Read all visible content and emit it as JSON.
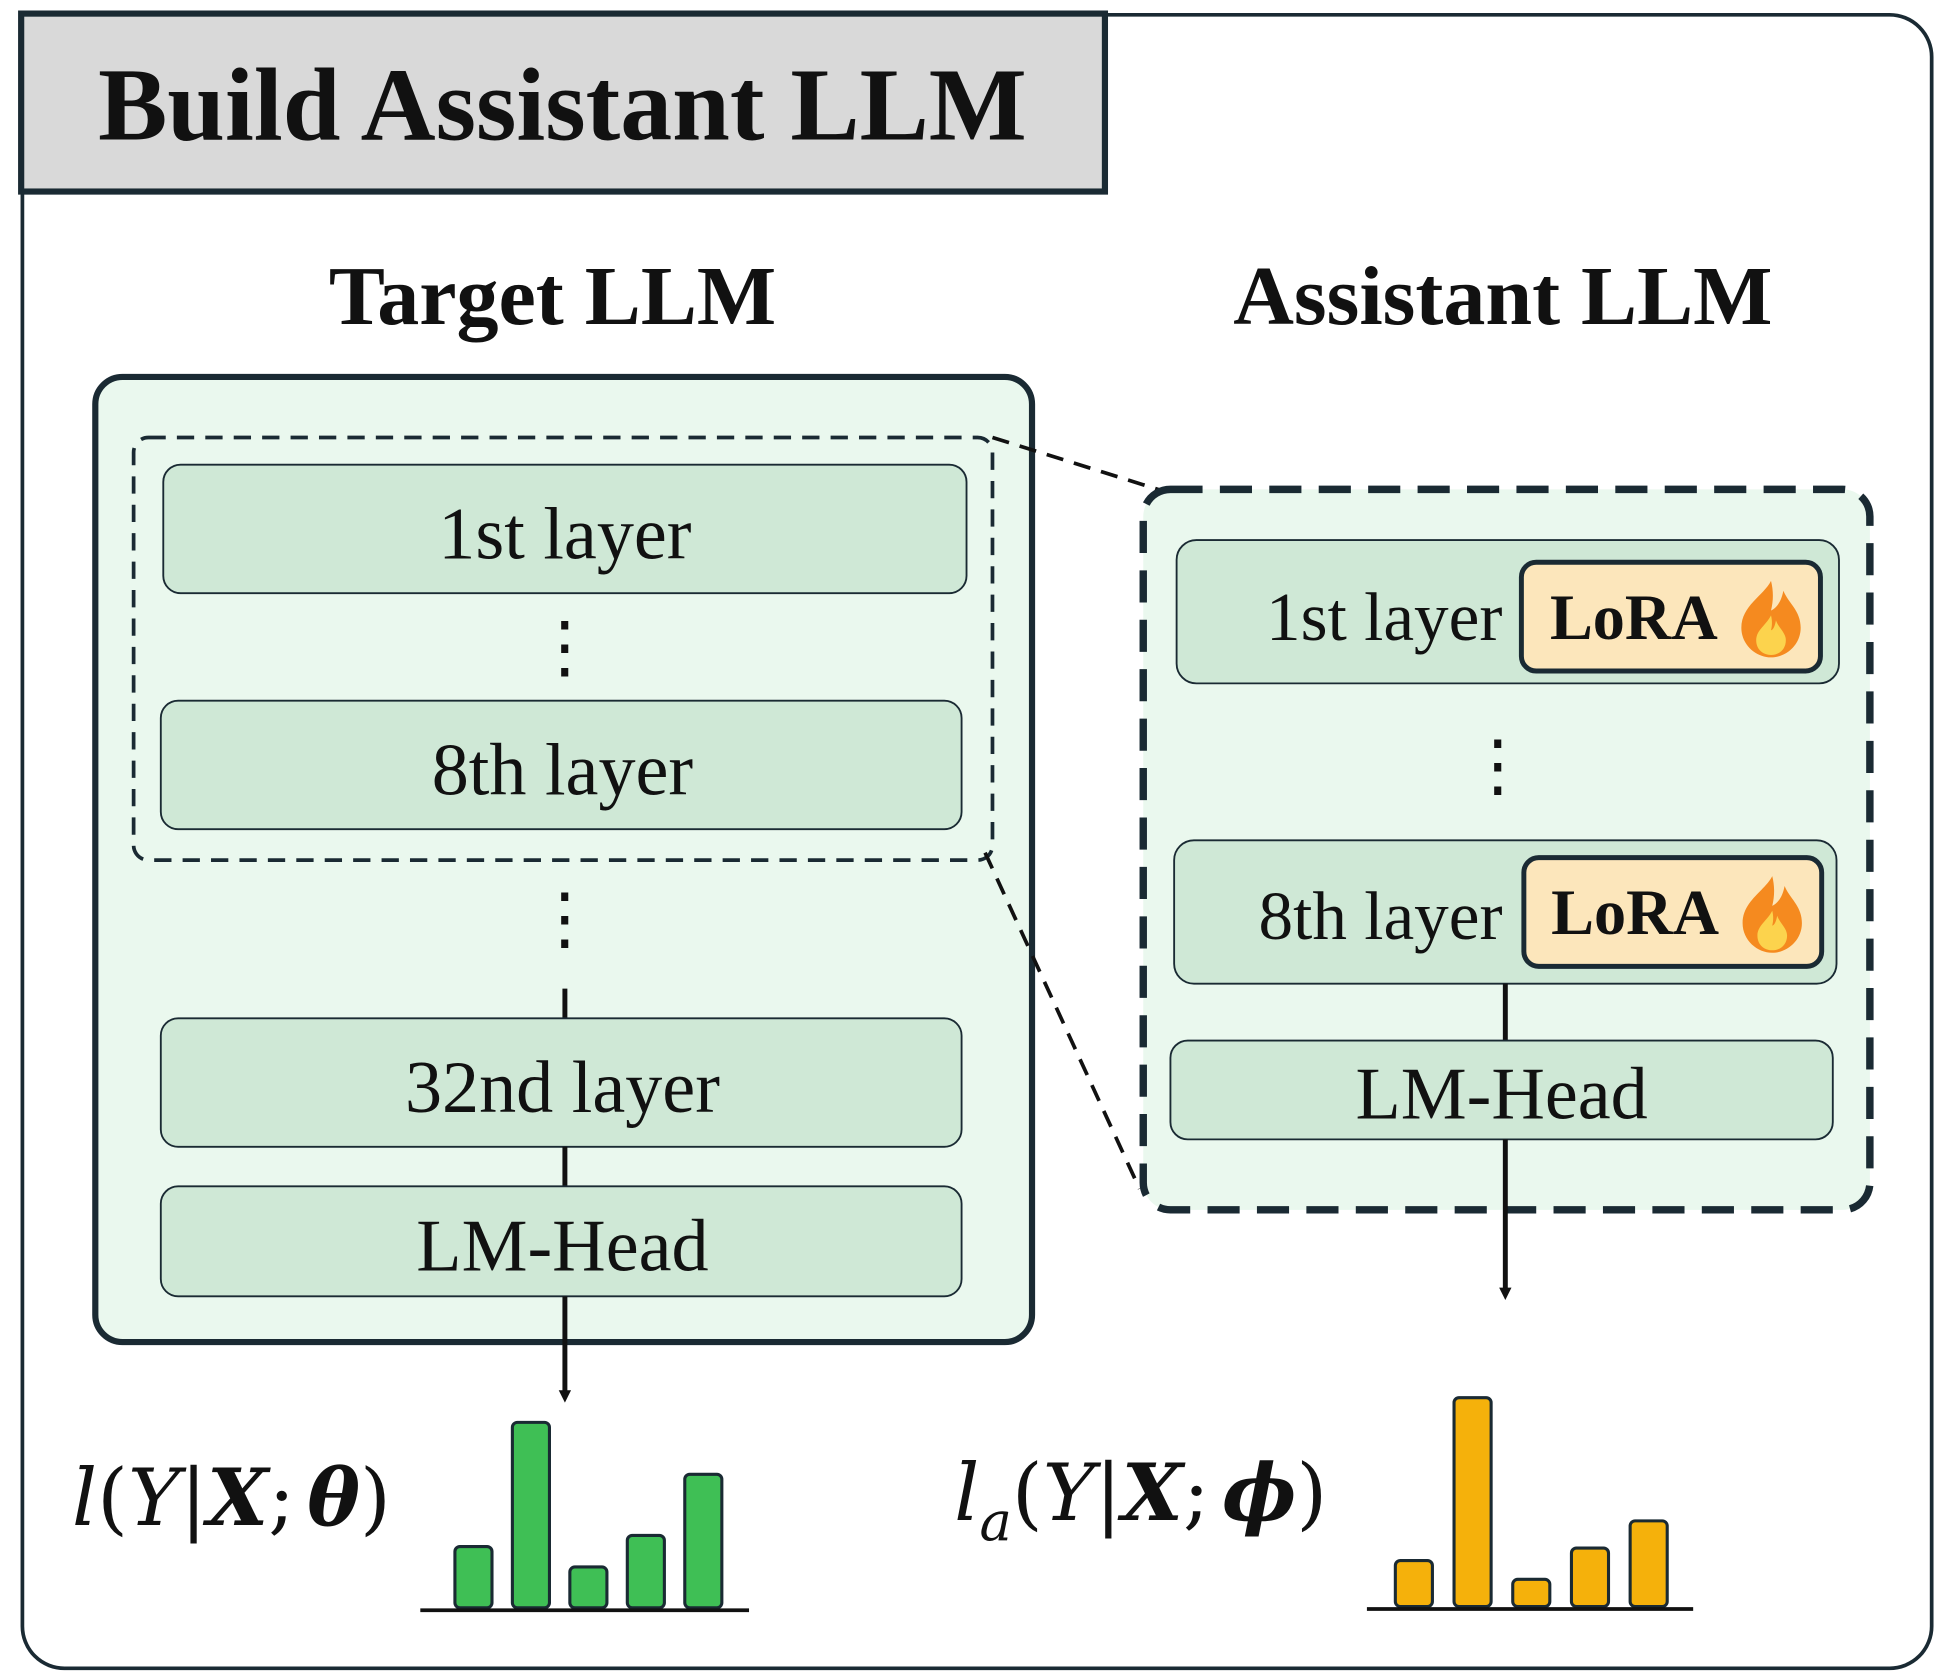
{
  "panel": {
    "title": "Build Assistant LLM"
  },
  "target": {
    "heading": "Target LLM",
    "layers": [
      "1st layer",
      "8th layer",
      "32nd layer"
    ],
    "head": "LM-Head",
    "dots": "⋮",
    "formula": {
      "fn": "l",
      "open": "(",
      "y": "Y",
      "bar": "|",
      "x": "X",
      "semi": ";",
      "param": "θ",
      "close": ")"
    },
    "distribution": [
      0.33,
      1.0,
      0.22,
      0.39,
      0.72
    ]
  },
  "assistant": {
    "heading": "Assistant LLM",
    "layers": [
      "1st layer",
      "8th layer"
    ],
    "lora": "LoRA",
    "head": "LM-Head",
    "dots": "⋮",
    "formula": {
      "fn": "l",
      "sub": "a",
      "open": "(",
      "y": "Y",
      "bar": "|",
      "x": "X",
      "semi": ";",
      "param": "ϕ",
      "close": ")"
    },
    "distribution": [
      0.22,
      1.0,
      0.13,
      0.28,
      0.41
    ]
  },
  "colors": {
    "border": "#1a2a33",
    "title_bg": "#d9d9d9",
    "model_bg": "#eaf8ee",
    "layer_fill": "#cfe8d6",
    "lora_fill": "#fce6bb",
    "green_bar": "#3fbf55",
    "orange_bar": "#f5b10b",
    "flame": "#f58a1f"
  },
  "icons": [
    "fire-icon"
  ]
}
